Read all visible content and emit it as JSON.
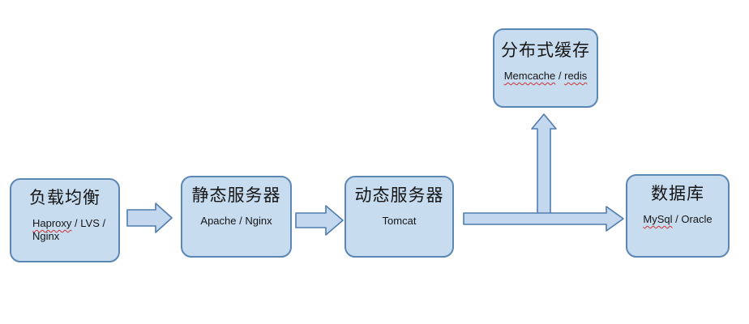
{
  "colors": {
    "shape-fill": "#c8dcf0",
    "shape-border": "#5b87b5",
    "arrow-fill": "#c3d8ee",
    "arrow-border": "#4f7dad",
    "squiggle": "#cc3333",
    "text": "#151515"
  },
  "nodes": {
    "load_balancer": {
      "title": "负载均衡",
      "sub": [
        "Haproxy",
        " / LVS / Nginx"
      ]
    },
    "static_server": {
      "title": "静态服务器",
      "sub": "Apache / Nginx"
    },
    "dynamic_server": {
      "title": "动态服务器",
      "sub": "Tomcat"
    },
    "distributed_cache": {
      "title": "分布式缓存",
      "sub": [
        "Memcache",
        " / ",
        "redis"
      ]
    },
    "database": {
      "title": "数据库",
      "sub": [
        "MySql",
        " / Oracle"
      ]
    }
  },
  "connectors": [
    {
      "name": "load-balancer-to-static-server",
      "direction": "right"
    },
    {
      "name": "static-server-to-dynamic-server",
      "direction": "right"
    },
    {
      "name": "dynamic-server-to-database",
      "direction": "right"
    },
    {
      "name": "branch-up-to-distributed-cache",
      "direction": "up"
    }
  ]
}
